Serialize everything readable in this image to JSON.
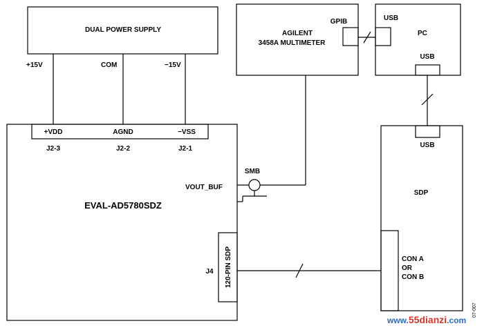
{
  "blocks": {
    "power_supply": {
      "label": "DUAL POWER SUPPLY",
      "pins": [
        "+15V",
        "COM",
        "−15V"
      ]
    },
    "multimeter": {
      "line1": "AGILENT",
      "line2": "3458A MULTIMETER",
      "port": "GPIB"
    },
    "pc": {
      "label": "PC",
      "port_top": "USB",
      "port_bottom": "USB"
    },
    "eval_board": {
      "label": "EVAL-AD5780SDZ",
      "header_pins": [
        "+VDD",
        "AGND",
        "−VSS"
      ],
      "header_ids": [
        "J2-3",
        "J2-2",
        "J2-1"
      ],
      "output_label": "VOUT_BUF",
      "connector_label": "SMB",
      "sdp_connector_id": "J4",
      "sdp_connector_label": "120-PIN SDP"
    },
    "sdp": {
      "label": "SDP",
      "usb": "USB",
      "con_a": "CON A",
      "or": "OR",
      "con_b": "CON B"
    },
    "usb_adapter": {
      "label": "USB"
    }
  },
  "fig_id": "07-007",
  "watermark": {
    "name": "55dianzi",
    "domain": ".com",
    "prefix": "www."
  },
  "colors": {
    "line": "#000000",
    "watermark_red": "#d8332a",
    "watermark_blue": "#2a6bc4"
  }
}
